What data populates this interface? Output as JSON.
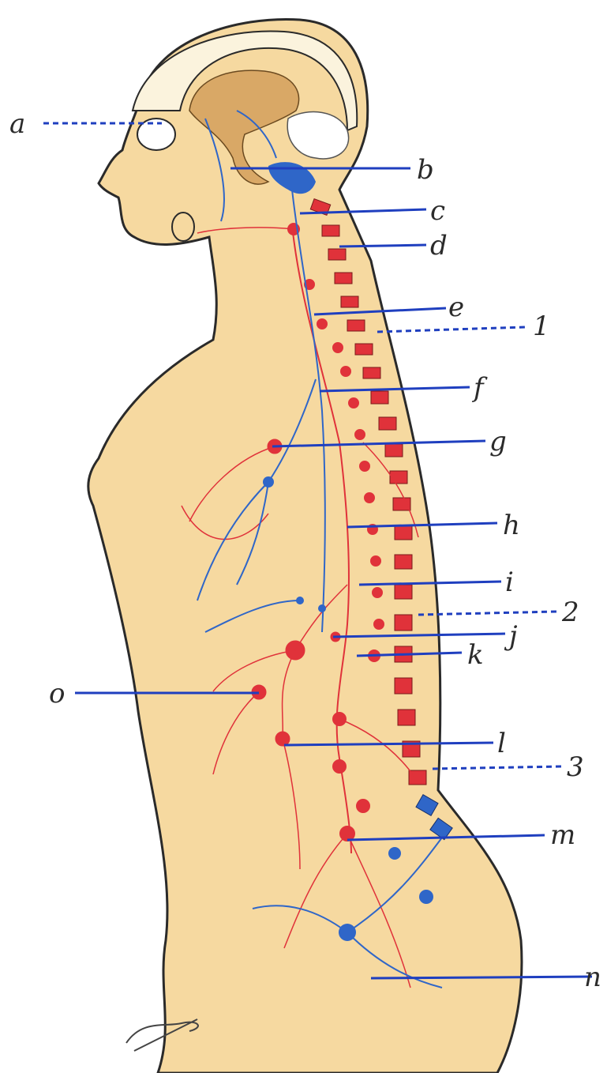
{
  "labels": [
    {
      "id": "a",
      "text": "a",
      "style": "dashed"
    },
    {
      "id": "b",
      "text": "b",
      "style": "solid"
    },
    {
      "id": "c",
      "text": "c",
      "style": "solid"
    },
    {
      "id": "d",
      "text": "d",
      "style": "solid"
    },
    {
      "id": "e",
      "text": "e",
      "style": "solid"
    },
    {
      "id": "1",
      "text": "1",
      "style": "dashed"
    },
    {
      "id": "f",
      "text": "f",
      "style": "solid"
    },
    {
      "id": "g",
      "text": "g",
      "style": "solid"
    },
    {
      "id": "h",
      "text": "h",
      "style": "solid"
    },
    {
      "id": "i",
      "text": "i",
      "style": "solid"
    },
    {
      "id": "2",
      "text": "2",
      "style": "dashed"
    },
    {
      "id": "j",
      "text": "j",
      "style": "solid"
    },
    {
      "id": "k",
      "text": "k",
      "style": "solid"
    },
    {
      "id": "o",
      "text": "o",
      "style": "solid"
    },
    {
      "id": "l",
      "text": "l",
      "style": "solid"
    },
    {
      "id": "3",
      "text": "3",
      "style": "dashed"
    },
    {
      "id": "m",
      "text": "m",
      "style": "solid"
    },
    {
      "id": "n",
      "text": "n",
      "style": "solid"
    }
  ],
  "colors": {
    "skin": "#f6d9a0",
    "outline": "#2a2a2a",
    "sympathetic": "#e0323a",
    "parasympathetic": "#2f66c8",
    "brain": "#d9a866",
    "skull": "#fbf3dd",
    "leader": "#1f3fbf"
  }
}
